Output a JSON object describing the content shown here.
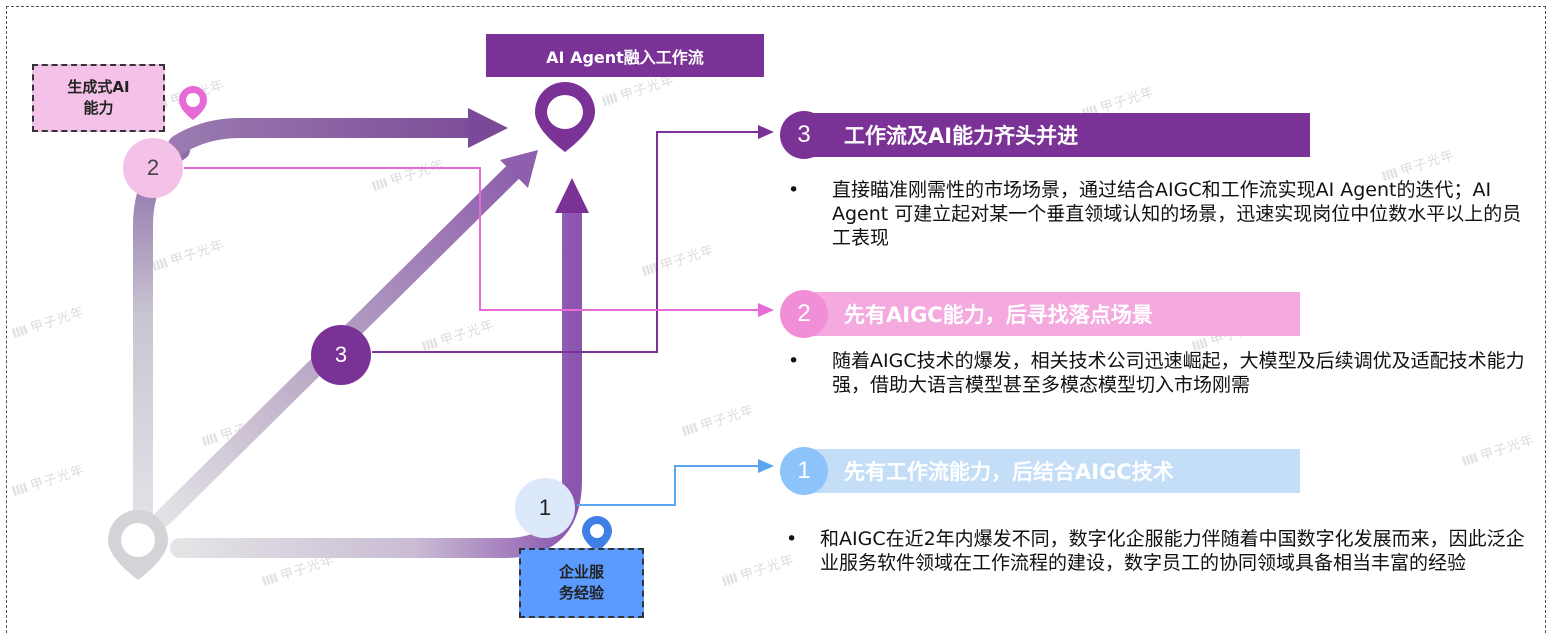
{
  "title": "AI Agent融入工作流",
  "labels": {
    "generative_ai": [
      "生成式AI",
      "能力"
    ],
    "enterprise": [
      "企业服",
      "务经验"
    ]
  },
  "nodes": {
    "n1": "1",
    "n2": "2",
    "n3": "3"
  },
  "paths": [
    {
      "number": "3",
      "heading": "工作流及AI能力齐头并进",
      "description": "直接瞄准刚需性的市场场景，通过结合AIGC和工作流实现AI Agent的迭代；AI Agent 可建立起对某一个垂直领域认知的场景，迅速实现岗位中位数水平以上的员工表现",
      "color": "#7a3296"
    },
    {
      "number": "2",
      "heading": "先有AIGC能力，后寻找落点场景",
      "description": "随着AIGC技术的爆发，相关技术公司迅速崛起，大模型及后续调优及适配技术能力强，借助大语言模型甚至多模态模型切入市场刚需",
      "color": "#f4a9df"
    },
    {
      "number": "1",
      "heading": "先有工作流能力，后结合AIGC技术",
      "description": "和AIGC在近2年内爆发不同，数字化企服能力伴随着中国数字化发展而来，因此泛企业服务软件领域在工作流程的建设，数字员工的协同领域具备相当丰富的经验",
      "color": "#c5def8"
    }
  ],
  "bullet": "•",
  "watermark": "甲子光年",
  "watermark_logo": "IIII",
  "colors": {
    "purple": "#7a3296",
    "pink": "#f4c2e8",
    "pink_line": "#e76bd6",
    "blue": "#5b9bff",
    "blue_line": "#5ba4f0",
    "grey_path": "#d4d4d8"
  }
}
